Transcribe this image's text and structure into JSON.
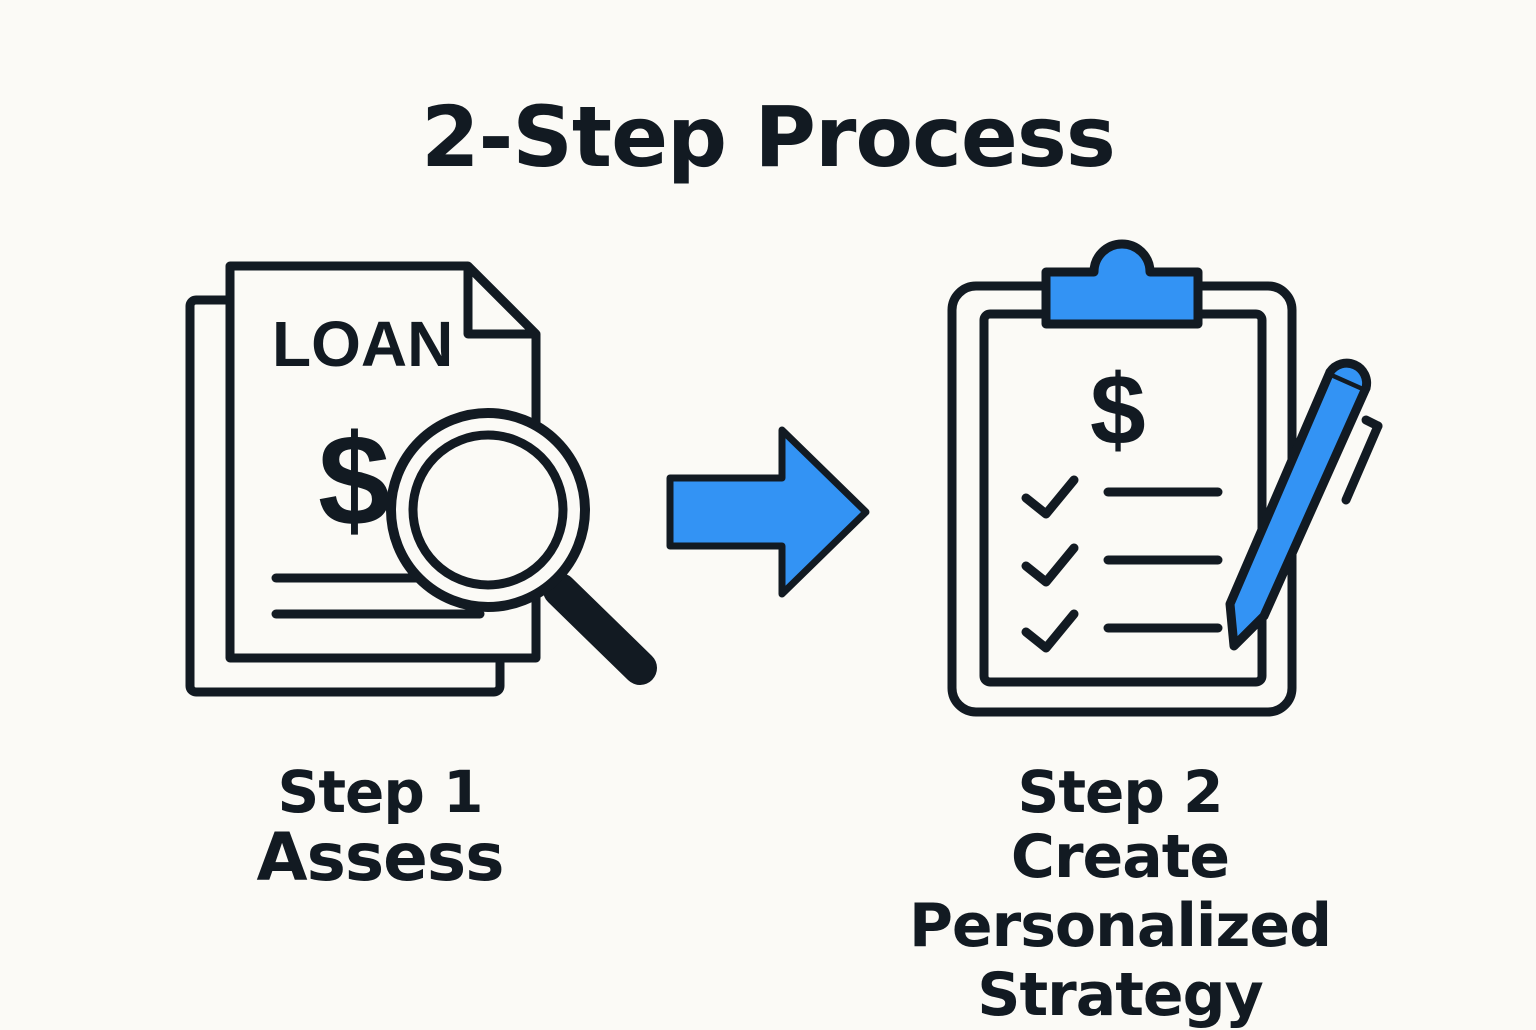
{
  "title": "2-Step Process",
  "colors": {
    "accent": "#3393f4",
    "ink": "#121a22",
    "background": "#fbfaf6"
  },
  "icons": {
    "step1": "loan-document-magnifier-icon",
    "arrow": "arrow-right-icon",
    "step2": "clipboard-checklist-pen-icon"
  },
  "document_text": "LOAN",
  "dollar_sign": "$",
  "steps": [
    {
      "number": "Step 1",
      "name": "Assess"
    },
    {
      "number": "Step 2",
      "name": "Create Personalized Strategy"
    }
  ]
}
